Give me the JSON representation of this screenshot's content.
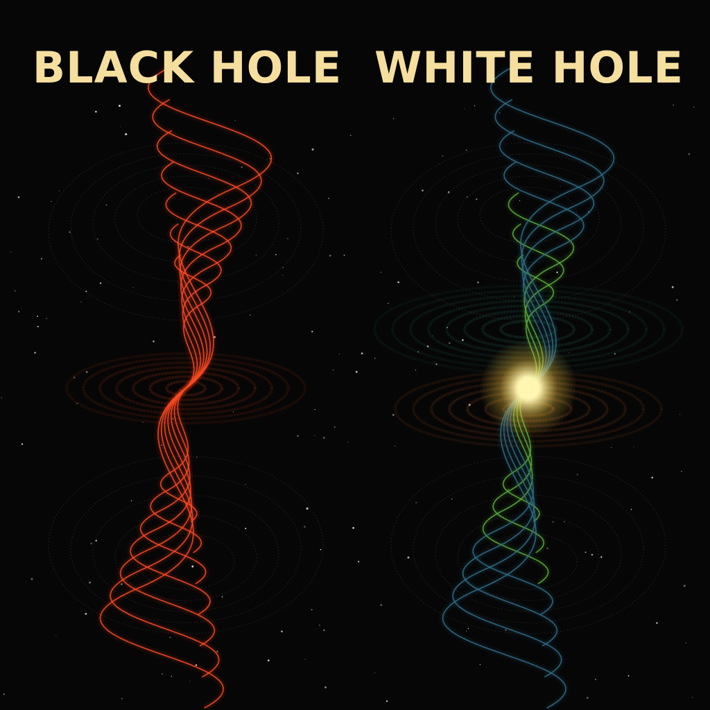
{
  "titles": {
    "left": "BLACK HOLE",
    "right": "WHITE HOLE"
  },
  "colors": {
    "background": "#060606",
    "title": "#f6df9e",
    "black_hole_streams": "#ff4a24",
    "black_hole_disk": "#c8401c",
    "white_hole_streams_outer": "#2f6f8a",
    "white_hole_streams_inner": "#5cae3c",
    "white_hole_disk_upper": "#2f7f6a",
    "white_hole_disk_lower": "#c7612a",
    "white_hole_core": "#fff6b0",
    "field_lines": "#222222",
    "stars": "#ffffff"
  },
  "panels": [
    {
      "name": "black-hole",
      "has_core": false
    },
    {
      "name": "white-hole",
      "has_core": true
    }
  ]
}
